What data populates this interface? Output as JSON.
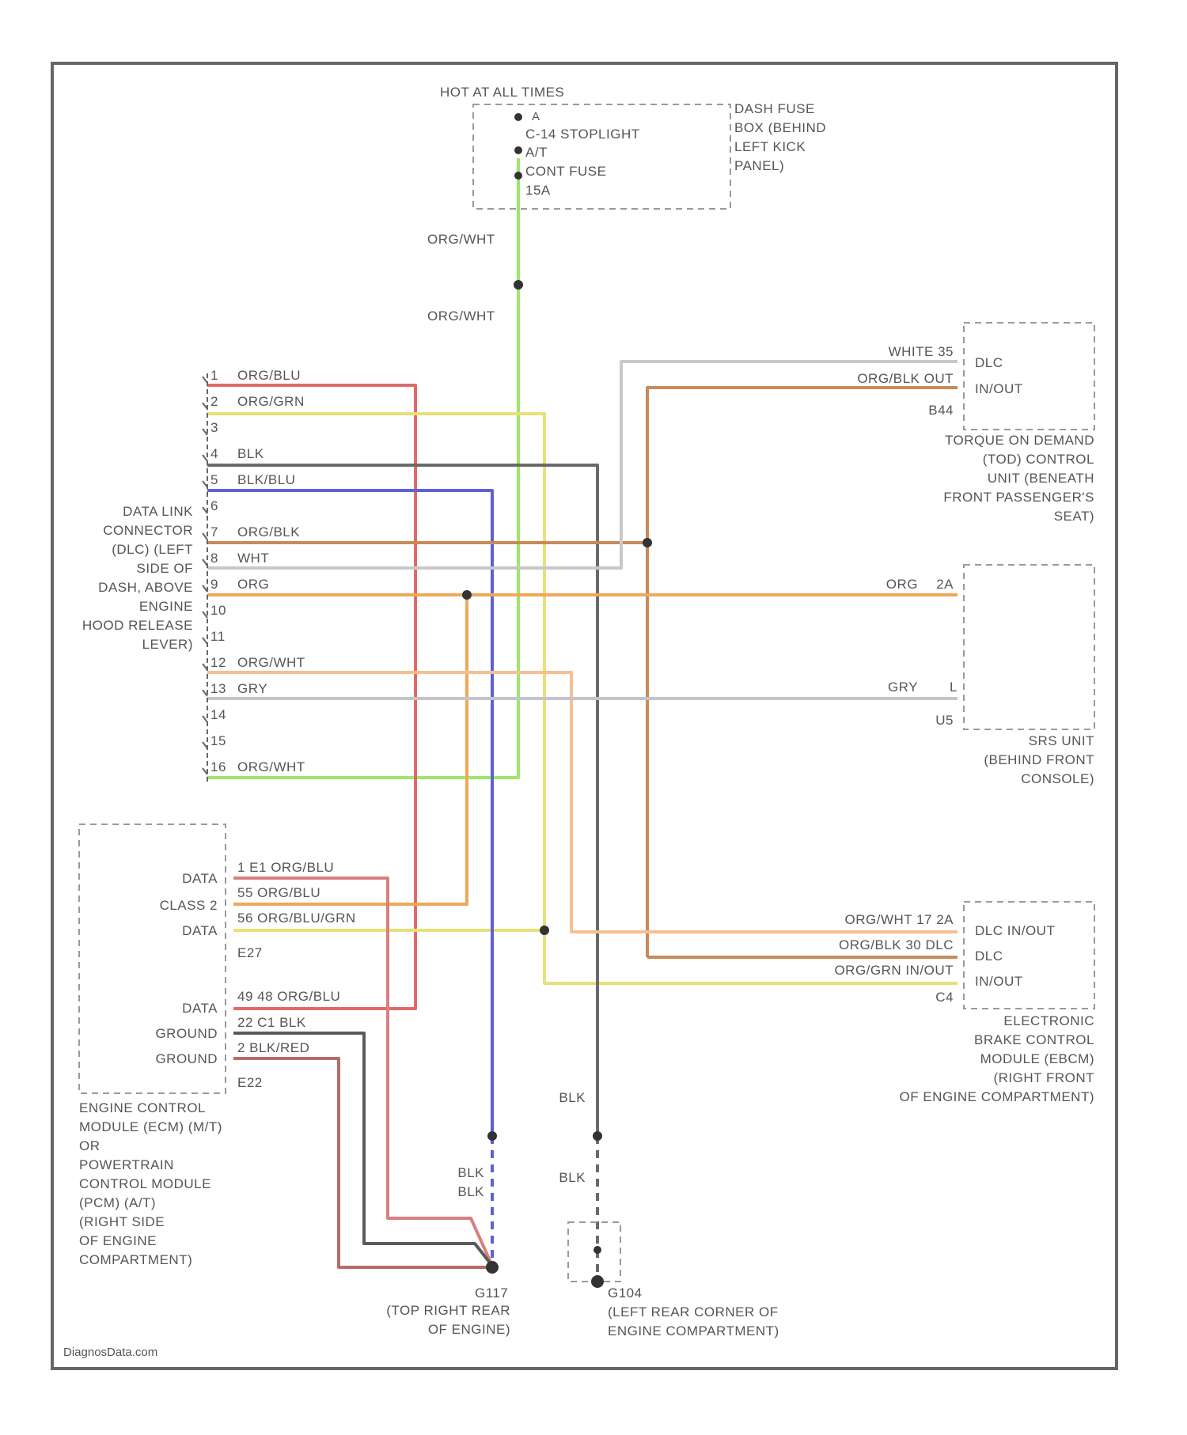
{
  "diagram": {
    "fuse_box": {
      "header": "HOT AT ALL TIMES",
      "lines": [
        "C-14 STOPLIGHT",
        "A/T",
        "CONT FUSE",
        "15A"
      ],
      "pin": "A",
      "location": [
        "DASH FUSE",
        "BOX (BEHIND",
        "LEFT KICK",
        "PANEL)"
      ]
    },
    "wire_labels_vertical": [
      "ORG/WHT",
      "ORG/WHT"
    ],
    "dlc": {
      "location": [
        "DATA LINK",
        "CONNECTOR",
        "(DLC) (LEFT",
        "SIDE OF",
        "DASH, ABOVE",
        "ENGINE",
        "HOOD RELEASE",
        "LEVER)"
      ],
      "pins": [
        {
          "num": "1",
          "wire": "ORG/BLU"
        },
        {
          "num": "2",
          "wire": "ORG/GRN"
        },
        {
          "num": "3",
          "wire": ""
        },
        {
          "num": "4",
          "wire": "BLK"
        },
        {
          "num": "5",
          "wire": "BLK/BLU"
        },
        {
          "num": "6",
          "wire": ""
        },
        {
          "num": "7",
          "wire": "ORG/BLK"
        },
        {
          "num": "8",
          "wire": "WHT"
        },
        {
          "num": "9",
          "wire": "ORG"
        },
        {
          "num": "10",
          "wire": ""
        },
        {
          "num": "11",
          "wire": ""
        },
        {
          "num": "12",
          "wire": "ORG/WHT"
        },
        {
          "num": "13",
          "wire": "GRY"
        },
        {
          "num": "14",
          "wire": ""
        },
        {
          "num": "15",
          "wire": ""
        },
        {
          "num": "16",
          "wire": "ORG/WHT"
        }
      ]
    },
    "tod": {
      "wires": [
        {
          "label": "WHITE 35",
          "pin": "DLC"
        },
        {
          "label": "ORG/BLK OUT",
          "pin": "IN/OUT"
        }
      ],
      "connector": "B44",
      "location": [
        "TORQUE ON DEMAND",
        "(TOD) CONTROL",
        "UNIT (BENEATH",
        "FRONT PASSENGER'S",
        "SEAT)"
      ]
    },
    "sri": {
      "wires": [
        {
          "label": "ORG",
          "pin": "2A"
        },
        {
          "label": "GRY",
          "pin": "L"
        }
      ],
      "connector": "U5",
      "location": [
        "SRS UNIT",
        "(BEHIND FRONT",
        "CONSOLE)"
      ]
    },
    "ecm": {
      "wires": [
        {
          "side": "DATA",
          "label": "1 E1  ORG/BLU"
        },
        {
          "side": "CLASS 2",
          "label": "55  ORG/BLU"
        },
        {
          "side": "DATA",
          "label": "56 ORG/BLU/GRN"
        },
        {
          "side": "",
          "label": "E27"
        },
        {
          "side": "DATA",
          "label": "49  48 ORG/BLU"
        },
        {
          "side": "GROUND",
          "label": "22 C1 BLK"
        },
        {
          "side": "GROUND",
          "label": "2  BLK/RED"
        },
        {
          "side": "",
          "label": "E22"
        }
      ],
      "location": [
        "ENGINE CONTROL",
        "MODULE (ECM) (M/T)",
        "OR",
        "POWERTRAIN",
        "CONTROL MODULE",
        "(PCM) (A/T)",
        "(RIGHT SIDE",
        "OF ENGINE",
        "COMPARTMENT)"
      ]
    },
    "ebcm": {
      "wires": [
        {
          "label": "ORG/WHT  17 2A",
          "pin": "DLC IN/OUT"
        },
        {
          "label": "ORG/BLK 30 DLC",
          "pin": "DLC"
        },
        {
          "label": "ORG/GRN IN/OUT",
          "pin": "IN/OUT"
        }
      ],
      "connector": "C4",
      "location": [
        "ELECTRONIC",
        "BRAKE CONTROL",
        "MODULE (EBCM)",
        "(RIGHT FRONT",
        "OF ENGINE COMPARTMENT)"
      ]
    },
    "grounds": {
      "g1": {
        "wires": [
          "BLK",
          "BLK"
        ],
        "name": "G117",
        "location": [
          "(TOP RIGHT REAR",
          "OF ENGINE)"
        ]
      },
      "g2": {
        "wires": [
          "BLK",
          "BLK"
        ],
        "name": "G104",
        "location": [
          "(LEFT REAR CORNER OF",
          "ENGINE COMPARTMENT)"
        ]
      }
    },
    "watermark": "DiagnosData.com",
    "colors": {
      "green": "#9be86a",
      "red": "#e06a6a",
      "yellow": "#e8e07a",
      "gray": "#7a7a7a",
      "blue": "#6060d0",
      "orange": "#f0a858",
      "brown": "#c88a58",
      "lightgray": "#c8c8c8",
      "darkgray": "#5a5a5a",
      "darkred": "#c87070"
    }
  }
}
